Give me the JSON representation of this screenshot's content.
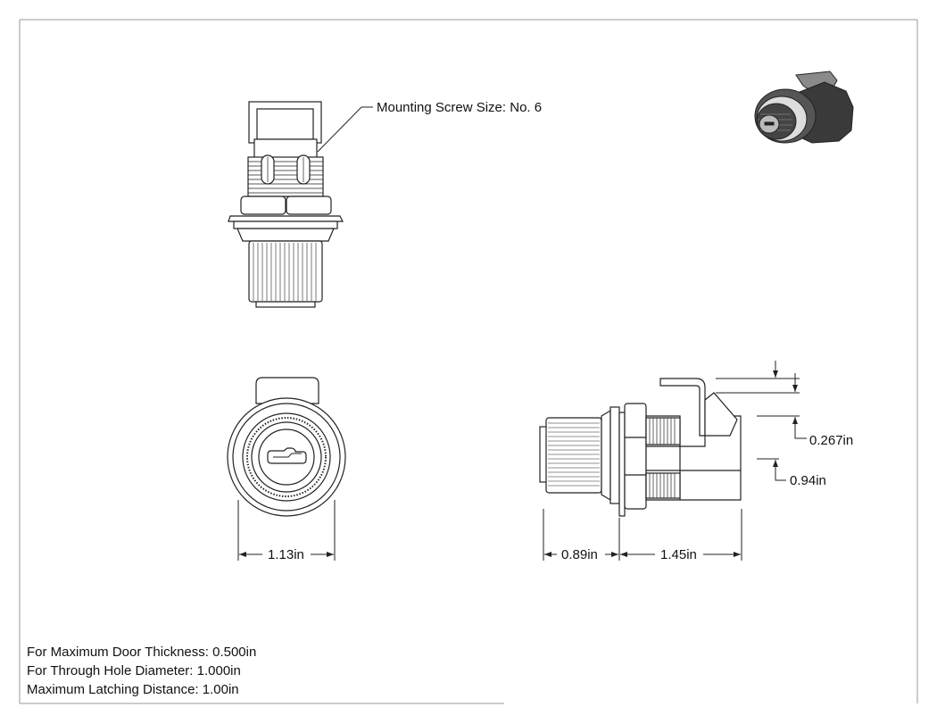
{
  "callouts": {
    "mounting_screw": "Mounting Screw Size: No. 6"
  },
  "dimensions": {
    "front_width": "1.13in",
    "knob_length": "0.89in",
    "body_length": "1.45in",
    "latch_offset": "0.267in",
    "latch_height": "0.94in"
  },
  "notes": [
    "For Maximum Door Thickness: 0.500in",
    "For Through Hole Diameter: 1.000in",
    "Maximum Latching Distance: 1.00in"
  ],
  "colors": {
    "line": "#222222",
    "border": "#9a9a9a"
  }
}
